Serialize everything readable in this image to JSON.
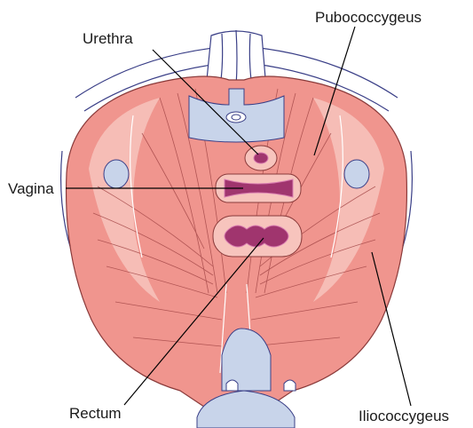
{
  "labels": {
    "urethra": "Urethra",
    "pubococcygeus": "Pubococcygeus",
    "vagina": "Vagina",
    "iliococcygeus": "Iliococcygeus",
    "rectum": "Rectum"
  },
  "colors": {
    "muscle": "#f0958e",
    "muscle_light": "#f7c4bd",
    "fiber": "#8a3a3a",
    "fiber_light": "#ffffff",
    "bone": "#c8d4ea",
    "bone_outline": "#3a3f87",
    "lumen": "#a0356e",
    "lumen_light": "#d87bb0",
    "leader": "#000000"
  }
}
